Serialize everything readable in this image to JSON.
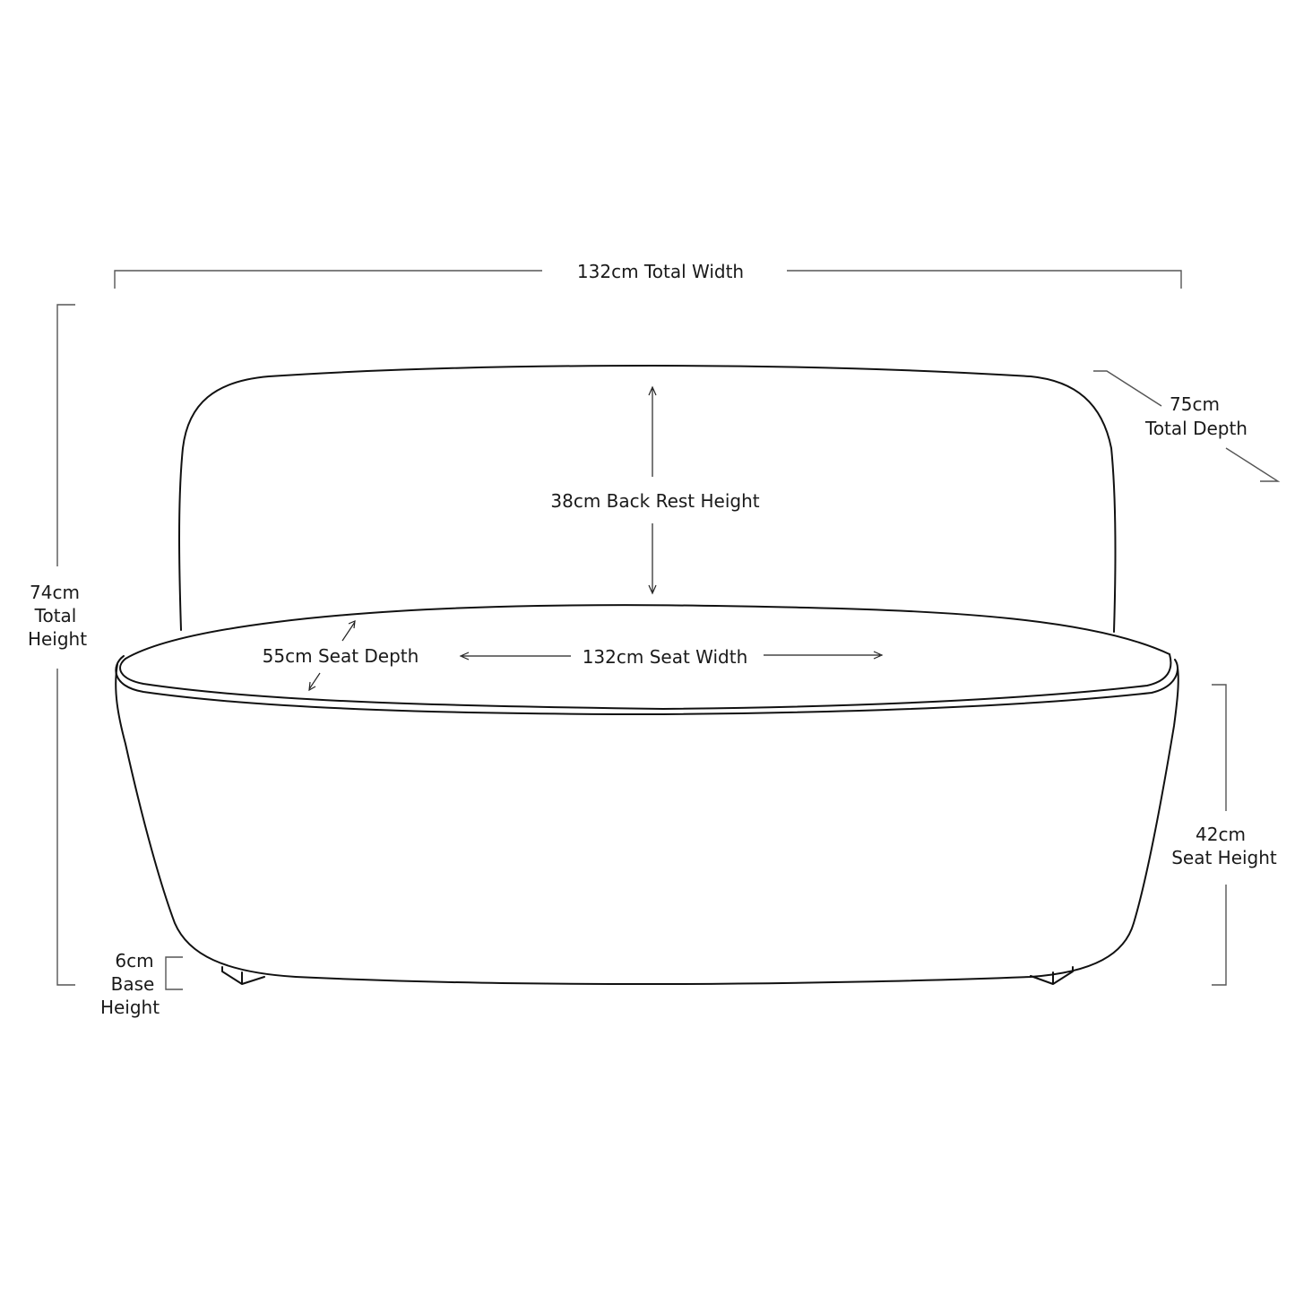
{
  "diagram": {
    "subject": "Sofa front elevation with dimensions",
    "colors": {
      "line": "#111111",
      "dimension_line": "#555555",
      "text": "#1a1a1a",
      "background": "#ffffff"
    },
    "dimensions": {
      "total_width": {
        "value": "132cm",
        "label": "132cm Total Width"
      },
      "total_depth": {
        "value": "75cm",
        "line1": "75cm",
        "line2": "Total Depth"
      },
      "total_height": {
        "value": "74cm",
        "line1": "74cm",
        "line2": "Total",
        "line3": "Height"
      },
      "back_rest_height": {
        "value": "38cm",
        "label": "38cm Back Rest Height"
      },
      "seat_depth": {
        "value": "55cm",
        "label": "55cm Seat Depth"
      },
      "seat_width": {
        "value": "132cm",
        "label": "132cm Seat Width"
      },
      "seat_height": {
        "value": "42cm",
        "line1": "42cm",
        "line2": "Seat Height"
      },
      "base_height": {
        "value": "6cm",
        "line1": "6cm",
        "line2": "Base",
        "line3": "Height"
      }
    }
  }
}
